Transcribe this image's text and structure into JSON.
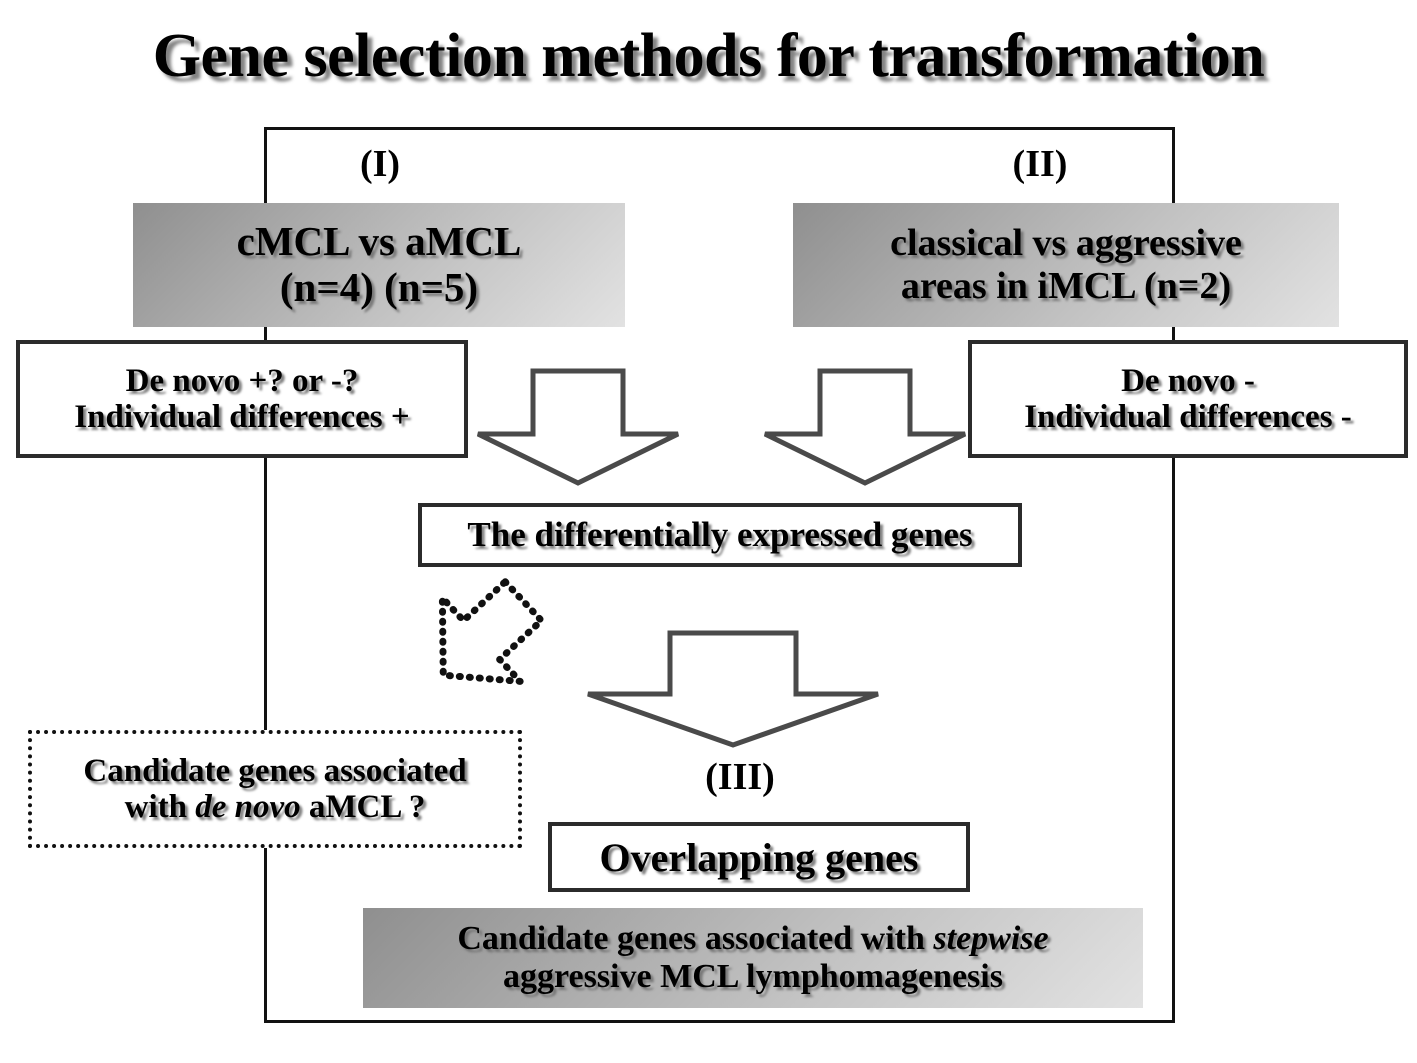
{
  "title": "Gene selection methods for transformation",
  "markers": {
    "one": "(I)",
    "two": "(II)",
    "three": "(III)"
  },
  "boxes": {
    "comparison_one": {
      "line1": "cMCL  vs  aMCL",
      "line2": "(n=4)          (n=5)"
    },
    "comparison_two": {
      "line1": "classical vs  aggressive",
      "line2": "areas  in iMCL (n=2)"
    },
    "left_notes": {
      "line1": "De novo +? or -?",
      "line2": "Individual differences +"
    },
    "right_notes": {
      "line1": "De novo -",
      "line2": "Individual differences -"
    },
    "deg": {
      "label": "The differentially expressed genes"
    },
    "candidate_de_novo": {
      "line1": "Candidate genes associated",
      "line2_pre": "with ",
      "line2_italic": "de novo",
      "line2_post": " aMCL ?"
    },
    "overlapping": {
      "label": "Overlapping  genes"
    },
    "final": {
      "line1_pre": "Candidate genes associated with ",
      "line1_italic": "stepwise",
      "line2": "aggressive MCL lymphomagenesis"
    }
  },
  "arrows": {
    "left_down": "down-arrow",
    "right_down": "down-arrow",
    "center_down": "down-arrow",
    "dotted_diagonal": "dotted-arrow-down-left"
  },
  "colors": {
    "frame_border": "#111111",
    "box_border": "#2b2b2b",
    "arrow_stroke": "#4a4a4a",
    "gray_box_start": "#8f8f8f",
    "gray_box_end": "#e2e2e2",
    "text": "#000000"
  }
}
